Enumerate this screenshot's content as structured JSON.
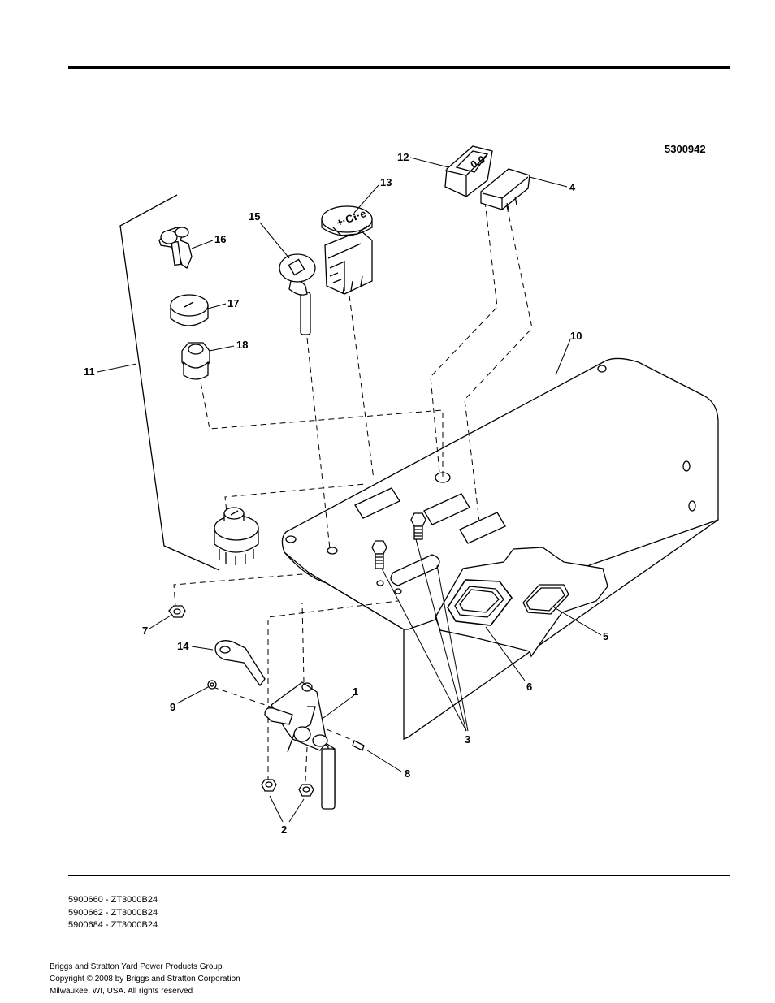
{
  "figure_number": "5300942",
  "callouts": [
    "1",
    "2",
    "3",
    "4",
    "5",
    "6",
    "7",
    "8",
    "9",
    "10",
    "11",
    "12",
    "13",
    "14",
    "15",
    "16",
    "17",
    "18"
  ],
  "models": [
    "5900660 - ZT3000B24",
    "5900662 - ZT3000B24",
    "5900684 - ZT3000B24"
  ],
  "footer": {
    "company": "Briggs and Stratton Yard Power Products Group",
    "copyright": "Copyright ©  2008 by Briggs and Stratton Corporation",
    "location": "Milwaukee, WI, USA. All rights reserved"
  }
}
